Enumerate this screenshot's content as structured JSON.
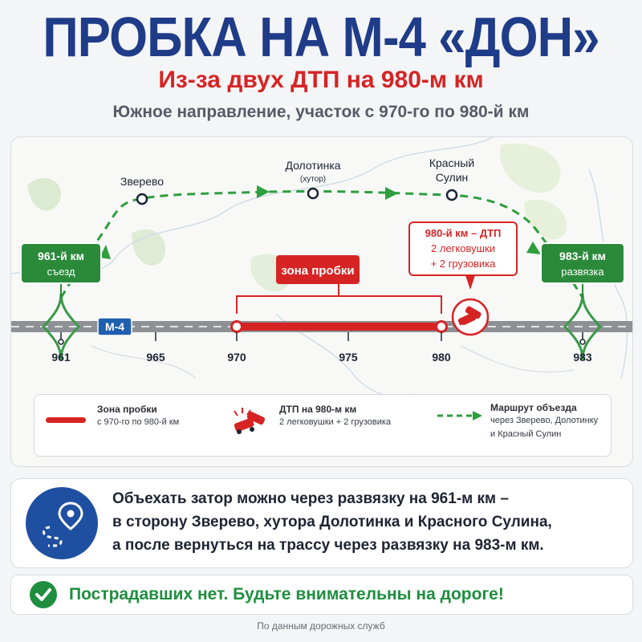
{
  "header": {
    "title": "ПРОБКА НА М-4 «ДОН»",
    "subtitle": "Из-за двух ДТП на 980-м км",
    "direction": "Южное направление, участок с 970-го по 980-й км"
  },
  "map": {
    "road_name": "М-4",
    "km_markers": [
      "961",
      "965",
      "970",
      "975",
      "980",
      "983"
    ],
    "towns": {
      "zverevo": "Зверево",
      "dolotinka": "Долотинка",
      "dolotinka_note": "(хутор)",
      "krasny_line1": "Красный",
      "krasny_line2": "Сулин"
    },
    "exit_961": {
      "line1": "961-й км",
      "line2": "съезд"
    },
    "exit_983": {
      "line1": "983-й км",
      "line2": "развязка"
    },
    "jam_label": "зона пробки",
    "accident": {
      "line1": "980-й км – ДТП",
      "line2": "2 легковушки",
      "line3": "+ 2 грузовика"
    }
  },
  "legend": {
    "jam_title": "Зона пробки",
    "jam_desc": "с 970-го по 980-й км",
    "accident_title": "ДТП на 980-м км",
    "accident_desc": "2 легковушки + 2 грузовика",
    "detour_title": "Маршрут объезда",
    "detour_desc1": "через Зверево, Долотинку",
    "detour_desc2": "и Красный Сулин"
  },
  "info": {
    "line1": "Объехать затор можно через развязку на 961-м км –",
    "line2": "в сторону Зверево, хутора Долотинка и Красного Сулина,",
    "line3": "а после вернуться на трассу через развязку на 983-м км."
  },
  "notice": "Пострадавших нет. Будьте внимательны на дороге!",
  "source": "По данным дорожных служб",
  "colors": {
    "title": "#1f3c88",
    "accent_red": "#d62424",
    "detour_green": "#2e9e3e",
    "road_gray": "#8d9196",
    "sign_green": "#2a8a3a",
    "road_badge_blue": "#1f5fb0"
  }
}
